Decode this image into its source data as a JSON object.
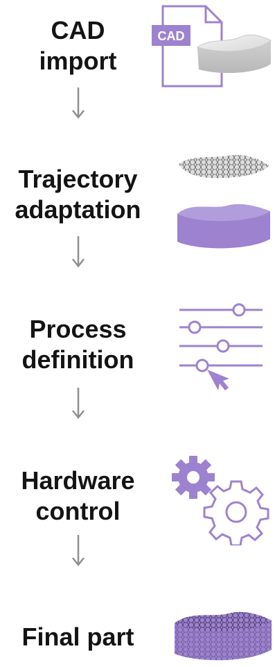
{
  "steps": [
    {
      "id": "cad-import",
      "lines": [
        "CAD",
        "import"
      ],
      "icon": "cad-file-icon"
    },
    {
      "id": "trajectory-adaptation",
      "lines": [
        "Trajectory",
        "adaptation"
      ],
      "icon": "hex-mesh-icon"
    },
    {
      "id": "process-definition",
      "lines": [
        "Process",
        "definition"
      ],
      "icon": "sliders-icon"
    },
    {
      "id": "hardware-control",
      "lines": [
        "Hardware",
        "control"
      ],
      "icon": "gears-icon"
    },
    {
      "id": "final-part",
      "lines": [
        "Final part"
      ],
      "icon": "final-part-icon"
    }
  ],
  "cad_badge": "CAD",
  "colors": {
    "accent": "#9d82cf",
    "accent_dark": "#7f63b6",
    "text": "#141414",
    "arrow": "#8f8f8f"
  }
}
